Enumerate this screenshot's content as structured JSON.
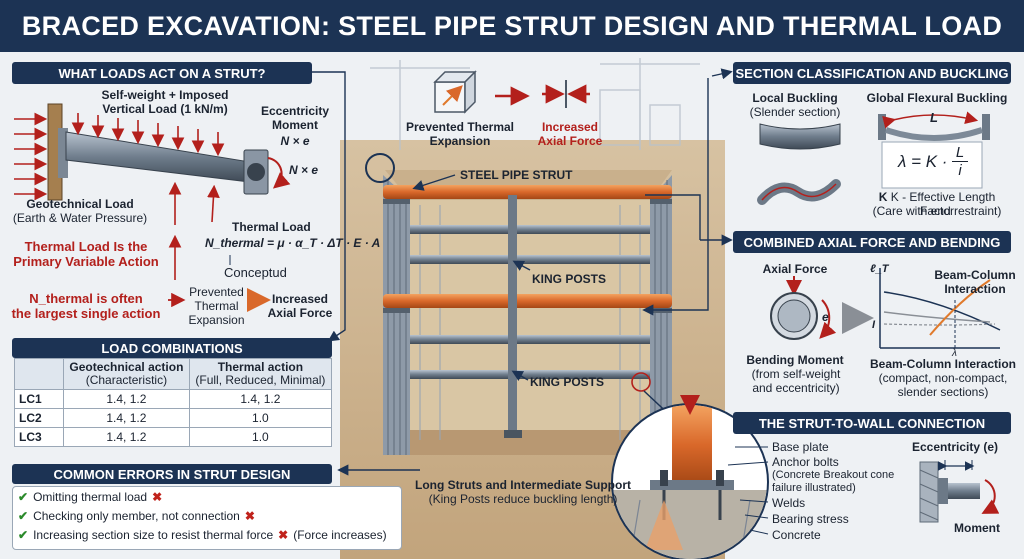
{
  "title": "BRACED EXCAVATION: STEEL PIPE STRUT DESIGN AND THERMAL LOAD",
  "loads": {
    "header": "WHAT LOADS ACT ON A STRUT?",
    "self_weight": "Self-weight + Imposed\nVertical Load (1 kN/m)",
    "eccentricity_title": "Eccentricity\nMoment",
    "eccentricity_formula": "N × e",
    "nxe": "N × e",
    "geotech_title": "Geotechnical Load",
    "geotech_sub": "(Earth & Water Pressure)",
    "thermal_title": "Thermal Load",
    "thermal_formula": "N_thermal = μ · α_T · ΔT · E · A",
    "primary": "Thermal Load Is the\nPrimary Variable Action",
    "conceptud": "Conceptud",
    "largest": "N_thermal is often\nthe largest single action",
    "prevented": "Prevented\nThermal\nExpansion",
    "increased": "Increased\nAxial Force"
  },
  "top_center": {
    "prevented": "Prevented Thermal\nExpansion",
    "increased": "Increased\nAxial Force"
  },
  "excavation": {
    "steel_pipe_strut": "STEEL PIPE STRUT",
    "king_posts_1": "KING POSTS",
    "king_posts_2": "KING POSTS",
    "long_struts_title": "Long Struts and Intermediate Support",
    "long_struts_sub": "(King Posts reduce buckling length)"
  },
  "load_combinations": {
    "header": "LOAD COMBINATIONS",
    "col_geo": "Geotechnical action",
    "col_geo_sub": "(Characteristic)",
    "col_thermal": "Thermal action",
    "col_thermal_sub": "(Full, Reduced, Minimal)",
    "rows": [
      {
        "label": "LC1",
        "geo": "1.4, 1.2",
        "thermal": "1.4, 1.2"
      },
      {
        "label": "LC2",
        "geo": "1.4, 1.2",
        "thermal": "1.0"
      },
      {
        "label": "LC3",
        "geo": "1.4, 1.2",
        "thermal": "1.0"
      }
    ]
  },
  "errors": {
    "header": "COMMON ERRORS IN STRUT DESIGN",
    "items": [
      {
        "text": "Omitting thermal load",
        "extra": ""
      },
      {
        "text": "Checking only member, not connection",
        "extra": ""
      },
      {
        "text": "Increasing section size to resist thermal force",
        "extra": "(Force increases)"
      }
    ]
  },
  "section": {
    "header": "SECTION CLASSIFICATION AND BUCKLING",
    "local_title": "Local Buckling",
    "local_sub": "(Slender section)",
    "global_title": "Global Flexural Buckling",
    "L": "L",
    "lambda_lhs": "λ = K ·",
    "lambda_num": "L",
    "lambda_den": "i",
    "k_title": "K - Effective Length Factor",
    "k_sub": "(Care with end restraint)"
  },
  "combined": {
    "header": "COMBINED AXIAL FORCE AND BENDING",
    "axial_force": "Axial Force",
    "e": "e",
    "bending_title": "Bending Moment",
    "bending_sub": "(from self-weight\nand eccentricity)",
    "chart_y": "ℓ_T",
    "chart_I": "I",
    "chart_x": "λ",
    "interaction_label": "Beam-Column\nInteraction",
    "bci_title": "Beam-Column Interaction",
    "bci_sub": "(compact, non-compact,\nslender sections)"
  },
  "connection": {
    "header": "THE STRUT-TO-WALL CONNECTION",
    "items": [
      "Base plate",
      "Anchor bolts",
      "(Concrete Breakout cone\nfailure illustrated)",
      "Welds",
      "Bearing stress",
      "Concrete"
    ],
    "eccentricity": "Eccentricity (e)",
    "moment": "Moment"
  },
  "colors": {
    "navy": "#1c3354",
    "red": "#b3201c",
    "orange": "#e07a2c",
    "steel": "#7d8a98"
  }
}
